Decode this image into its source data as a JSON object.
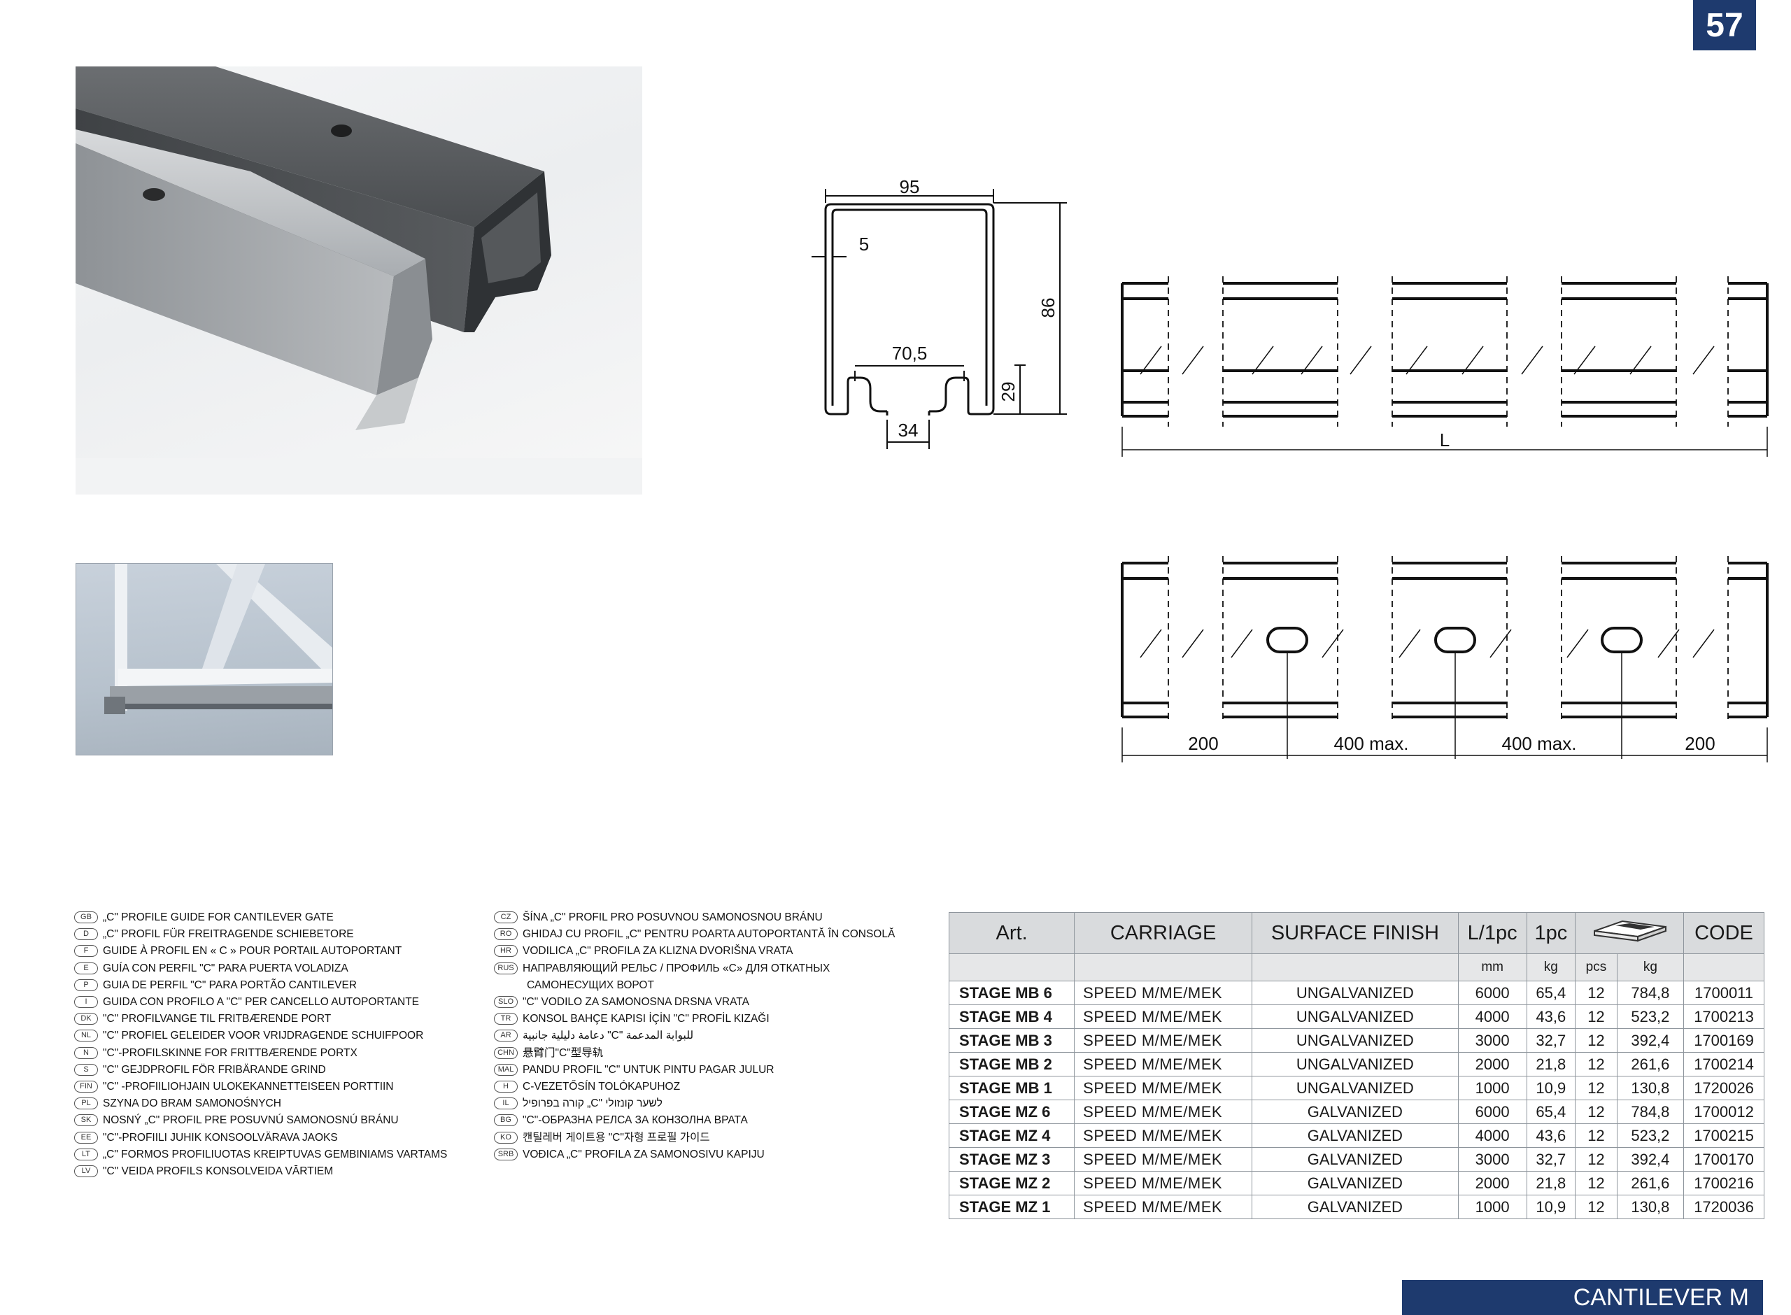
{
  "page_number": "57",
  "section_title": "CANTILEVER M",
  "profile_drawing": {
    "width": "95",
    "lip": "5",
    "inner_width": "70,5",
    "opening": "34",
    "lip_height": "29",
    "height": "86"
  },
  "side_view_1": {
    "length_label": "L"
  },
  "side_view_2": {
    "end_left": "200",
    "spacing_1": "400 max.",
    "spacing_2": "400 max.",
    "end_right": "200"
  },
  "languages_col1": [
    {
      "code": "GB",
      "text": "„C\" PROFILE GUIDE FOR CANTILEVER GATE"
    },
    {
      "code": "D",
      "text": "„C\" PROFIL FÜR FREITRAGENDE SCHIEBETORE"
    },
    {
      "code": "F",
      "text": "GUIDE À PROFIL EN « C » POUR PORTAIL AUTOPORTANT"
    },
    {
      "code": "E",
      "text": "GUÍA CON PERFIL \"C\" PARA PUERTA VOLADIZA"
    },
    {
      "code": "P",
      "text": "GUIA DE PERFIL \"C\" PARA PORTÃO CANTILEVER"
    },
    {
      "code": "I",
      "text": "GUIDA CON PROFILO A \"C\" PER CANCELLO AUTOPORTANTE"
    },
    {
      "code": "DK",
      "text": "\"C\" PROFILVANGE TIL FRITBÆRENDE PORT"
    },
    {
      "code": "NL",
      "text": "\"C\" PROFIEL GELEIDER VOOR VRIJDRAGENDE SCHUIFPOOR"
    },
    {
      "code": "N",
      "text": "\"C\"-PROFILSKINNE FOR FRITTBÆRENDE PORTX"
    },
    {
      "code": "S",
      "text": "\"C\" GEJDPROFIL FÖR FRIBÄRANDE GRIND"
    },
    {
      "code": "FIN",
      "text": "\"C\" -PROFIILIOHJAIN ULOKEKANNETTEISEEN PORTTIIN"
    },
    {
      "code": "PL",
      "text": "SZYNA DO BRAM SAMONOŚNYCH"
    },
    {
      "code": "SK",
      "text": "NOSNÝ „C\" PROFIL PRE POSUVNÚ SAMONOSNÚ BRÁNU"
    },
    {
      "code": "EE",
      "text": "\"C\"-PROFIILI JUHIK KONSOOLVÄRAVA JAOKS"
    },
    {
      "code": "LT",
      "text": "„C\" FORMOS PROFILIUOTAS KREIPTUVAS GEMBINIAMS VARTAMS"
    },
    {
      "code": "LV",
      "text": "\"C\" VEIDA PROFILS KONSOLVEIDA VĀRTIEM"
    }
  ],
  "languages_col2": [
    {
      "code": "CZ",
      "text": "ŠÍNA „C\" PROFIL PRO POSUVNOU SAMONOSNOU BRÁNU"
    },
    {
      "code": "RO",
      "text": "GHIDAJ CU PROFIL „C\" PENTRU POARTA AUTOPORTANTĂ ÎN CONSOLĂ"
    },
    {
      "code": "HR",
      "text": "VODILICA „C\" PROFILA ZA KLIZNA DVORIŠNA VRATA"
    },
    {
      "code": "RUS",
      "text": "НАПРАВЛЯЮЩИЙ РЕЛЬС / ПРОФИЛЬ «С» ДЛЯ ОТКАТНЫХ",
      "cont": "САМОНЕСУЩИХ ВОРОТ"
    },
    {
      "code": "SLO",
      "text": "\"C\" VODILO ZA SAMONOSNA DRSNA VRATA"
    },
    {
      "code": "TR",
      "text": "KONSOL BAHÇE KAPISI İÇİN \"C\" PROFİL KIZAĞI"
    },
    {
      "code": "AR",
      "text": "دعامة دليلية جانبية \"C\" للبوابة المدعمة"
    },
    {
      "code": "CHN",
      "text": "悬臂门\"C\"型导轨"
    },
    {
      "code": "MAL",
      "text": "PANDU PROFIL \"C\" UNTUK PINTU PAGAR JULUR"
    },
    {
      "code": "H",
      "text": "C-VEZETŐSÍN TOLÓKAPUHOZ"
    },
    {
      "code": "IL",
      "text": "קורה בפרופיל „C\" לשער קונזולי"
    },
    {
      "code": "BG",
      "text": "\"C\"-ОБРАЗНА РЕЛСА ЗА КОНЗОЛНА ВРАТА"
    },
    {
      "code": "KO",
      "text": "캔틸레버 게이트용 \"C\"자형 프로필 가이드"
    },
    {
      "code": "SRB",
      "text": "VOĐICA „C\" PROFILA ZA SAMONOSIVU KAPIJU"
    }
  ],
  "table": {
    "headers": [
      "Art.",
      "CARRIAGE",
      "SURFACE FINISH",
      "L/1pc",
      "1pc",
      "CODE"
    ],
    "units": [
      "",
      "",
      "",
      "mm",
      "kg",
      "pcs",
      "kg",
      ""
    ],
    "rows": [
      [
        "STAGE MB 6",
        "SPEED M/ME/MEK",
        "UNGALVANIZED",
        "6000",
        "65,4",
        "12",
        "784,8",
        "1700011"
      ],
      [
        "STAGE MB 4",
        "SPEED M/ME/MEK",
        "UNGALVANIZED",
        "4000",
        "43,6",
        "12",
        "523,2",
        "1700213"
      ],
      [
        "STAGE MB 3",
        "SPEED M/ME/MEK",
        "UNGALVANIZED",
        "3000",
        "32,7",
        "12",
        "392,4",
        "1700169"
      ],
      [
        "STAGE MB 2",
        "SPEED M/ME/MEK",
        "UNGALVANIZED",
        "2000",
        "21,8",
        "12",
        "261,6",
        "1700214"
      ],
      [
        "STAGE MB 1",
        "SPEED M/ME/MEK",
        "UNGALVANIZED",
        "1000",
        "10,9",
        "12",
        "130,8",
        "1720026"
      ],
      [
        "STAGE MZ 6",
        "SPEED M/ME/MEK",
        "GALVANIZED",
        "6000",
        "65,4",
        "12",
        "784,8",
        "1700012"
      ],
      [
        "STAGE MZ 4",
        "SPEED M/ME/MEK",
        "GALVANIZED",
        "4000",
        "43,6",
        "12",
        "523,2",
        "1700215"
      ],
      [
        "STAGE MZ 3",
        "SPEED M/ME/MEK",
        "GALVANIZED",
        "3000",
        "32,7",
        "12",
        "392,4",
        "1700170"
      ],
      [
        "STAGE MZ 2",
        "SPEED M/ME/MEK",
        "GALVANIZED",
        "2000",
        "21,8",
        "12",
        "261,6",
        "1700216"
      ],
      [
        "STAGE MZ 1",
        "SPEED M/ME/MEK",
        "GALVANIZED",
        "1000",
        "10,9",
        "12",
        "130,8",
        "1720036"
      ]
    ]
  }
}
